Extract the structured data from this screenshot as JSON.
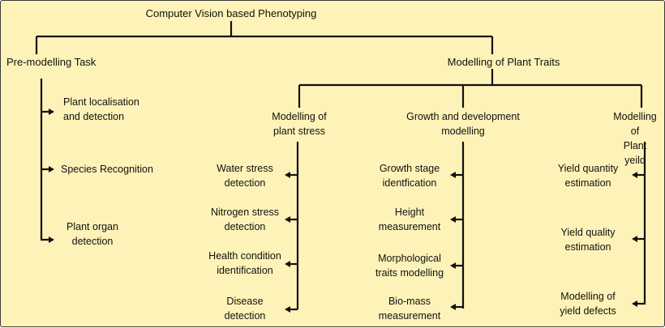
{
  "root": "Computer Vision based Phenotyping",
  "premodelling": {
    "title": "Pre-modelling Task",
    "items": [
      "Plant localisation\nand detection",
      "Species Recognition",
      "Plant organ\ndetection"
    ]
  },
  "modelling": {
    "title": "Modelling of Plant Traits",
    "stress": {
      "title": "Modelling of\nplant stress",
      "items": [
        "Water stress\ndetection",
        "Nitrogen stress\ndetection",
        "Health condition\nidentification",
        "Disease\ndetection"
      ]
    },
    "growth": {
      "title": "Growth and development\nmodelling",
      "items": [
        "Growth stage\nidentfication",
        "Height\nmeasurement",
        "Morphological\ntraits modelling",
        "Bio-mass\nmeasurement"
      ]
    },
    "yield": {
      "title": "Modelling of\nPlant yeild",
      "items": [
        "Yield quantity\nestimation",
        "Yield quality\nestimation",
        "Modelling of\nyield defects"
      ]
    }
  },
  "colors": {
    "background": "#fdf3b8",
    "line": "#111111"
  }
}
